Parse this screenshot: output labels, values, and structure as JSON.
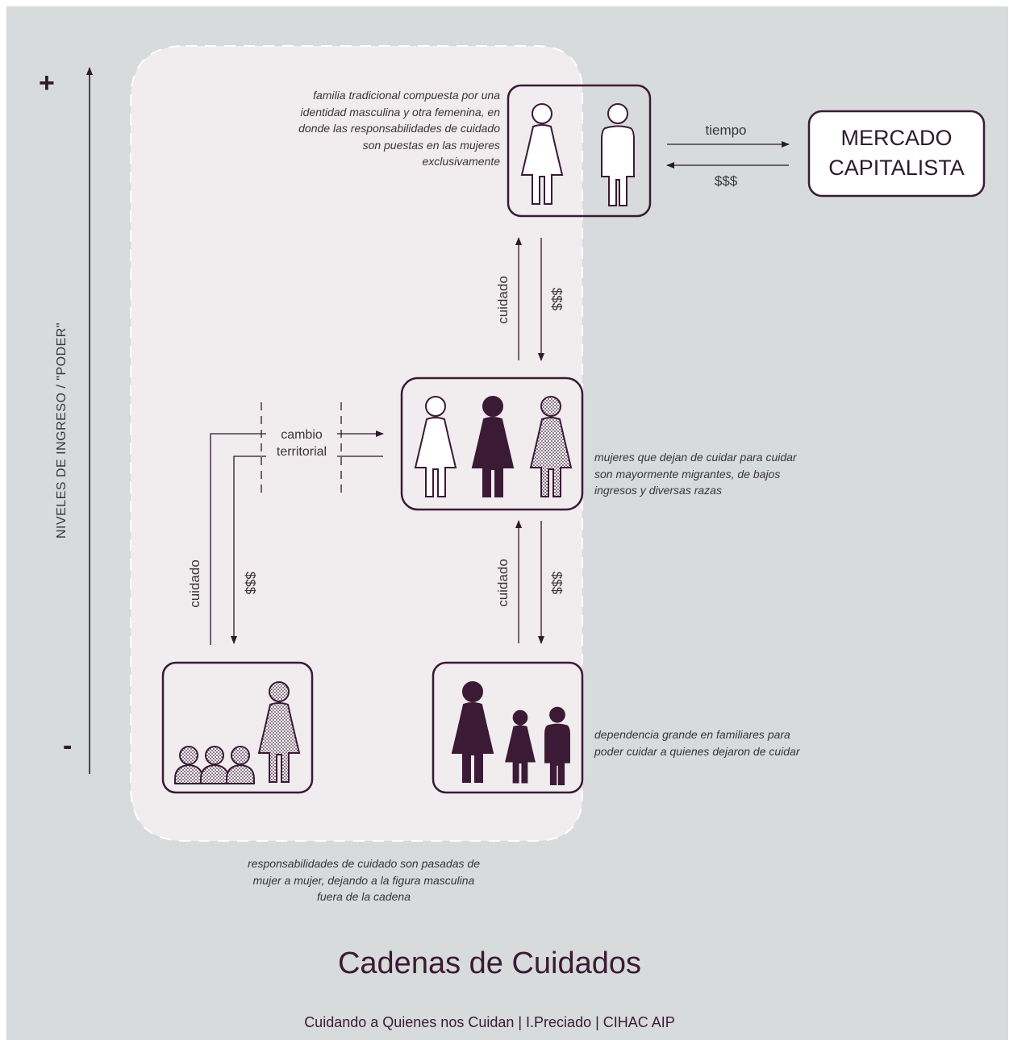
{
  "axis": {
    "label": "NIVELES DE INGRESO / \"PODER\"",
    "top": "+",
    "bottom": "-"
  },
  "market": {
    "line1": "MERCADO",
    "line2": "CAPITALISTA",
    "arrow_to": "tiempo",
    "arrow_from": "$$$"
  },
  "notes": {
    "top": "familia tradicional compuesta por una identidad masculina y otra femenina, en donde las responsabilidades de cuidado son puestas en las mujeres exclusivamente",
    "middle": "mujeres que dejan de cuidar para cuidar son mayormente migrantes, de bajos ingresos y diversas razas",
    "bottom_right": "dependencia grande en familiares para poder cuidar a quienes dejaron de cuidar",
    "chain": "responsabilidades de cuidado son pasadas de mujer a mujer, dejando a la figura masculina fuera de la cadena"
  },
  "flows": {
    "care": "cuidado",
    "money": "$$$",
    "territory_line1": "cambio",
    "territory_line2": "territorial"
  },
  "title": "Cadenas de Cuidados",
  "footer": "Cuidando a Quienes nos Cuidan | I.Preciado | CIHAC AIP",
  "colors": {
    "background": "#d7dbdb",
    "chain_area": "#f1eced",
    "dark": "#3b1a36",
    "line": "#2e1a2c"
  }
}
